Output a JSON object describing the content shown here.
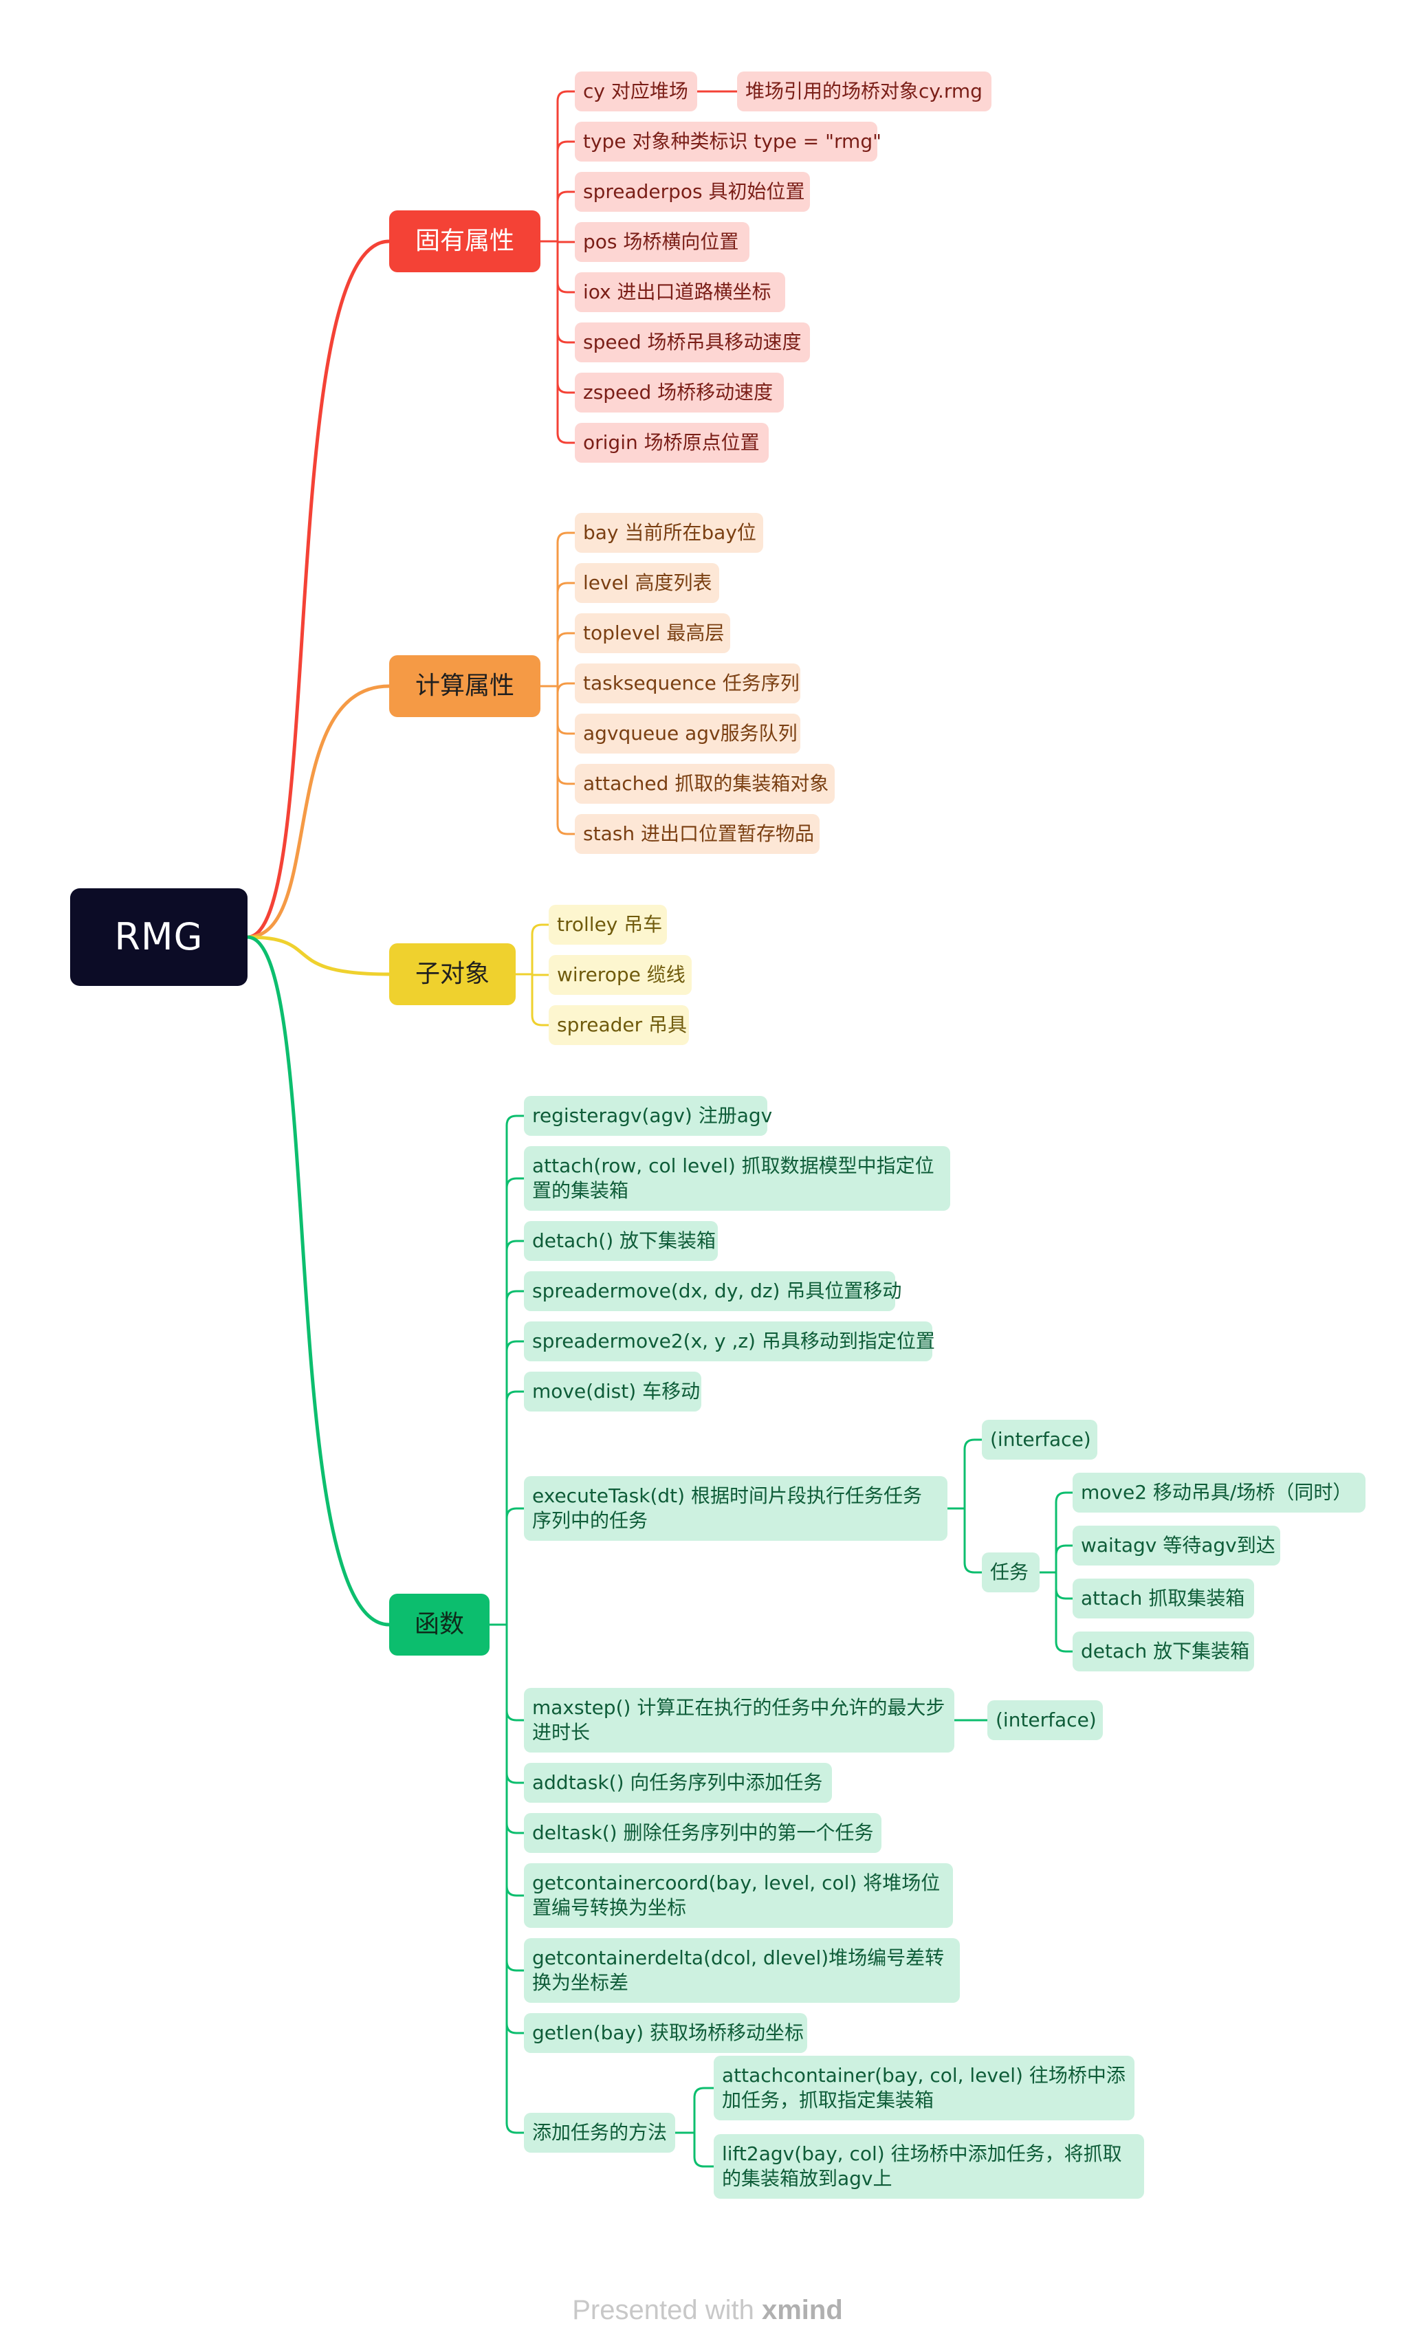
{
  "root": {
    "label": "RMG"
  },
  "colors": {
    "red": "#f44236",
    "orange": "#f59a45",
    "yellow": "#efd12e",
    "green": "#0cbe6e",
    "root_bg": "#0c0c26"
  },
  "branches": [
    {
      "label": "固有属性",
      "color": "red",
      "children": [
        {
          "label": "cy 对应堆场",
          "children": [
            {
              "label": "堆场引用的场桥对象cy.rmg"
            }
          ]
        },
        {
          "label": "type 对象种类标识 type = \"rmg\""
        },
        {
          "label": "spreaderpos 具初始位置"
        },
        {
          "label": "pos 场桥横向位置"
        },
        {
          "label": "iox 进出口道路横坐标"
        },
        {
          "label": "speed 场桥吊具移动速度"
        },
        {
          "label": "zspeed 场桥移动速度"
        },
        {
          "label": "origin 场桥原点位置"
        }
      ]
    },
    {
      "label": "计算属性",
      "color": "orange",
      "children": [
        {
          "label": "bay 当前所在bay位"
        },
        {
          "label": "level 高度列表"
        },
        {
          "label": "toplevel 最高层"
        },
        {
          "label": "tasksequence 任务序列"
        },
        {
          "label": "agvqueue agv服务队列"
        },
        {
          "label": "attached 抓取的集装箱对象"
        },
        {
          "label": "stash 进出口位置暂存物品"
        }
      ]
    },
    {
      "label": "子对象",
      "color": "yellow",
      "children": [
        {
          "label": "trolley 吊车"
        },
        {
          "label": "wirerope 缆线"
        },
        {
          "label": "spreader 吊具"
        }
      ]
    },
    {
      "label": "函数",
      "color": "green",
      "children": [
        {
          "label": "registeragv(agv) 注册agv"
        },
        {
          "label": "attach(row, col level) 抓取数据模型中指定位置的集装箱"
        },
        {
          "label": "detach() 放下集装箱"
        },
        {
          "label": "spreadermove(dx, dy, dz) 吊具位置移动"
        },
        {
          "label": "spreadermove2(x, y ,z) 吊具移动到指定位置"
        },
        {
          "label": "move(dist) 车移动"
        },
        {
          "label": "executeTask(dt) 根据时间片段执行任务任务序列中的任务",
          "children": [
            {
              "label": "(interface)"
            },
            {
              "label": "任务",
              "children": [
                {
                  "label": "move2 移动吊具/场桥（同时）"
                },
                {
                  "label": "waitagv 等待agv到达"
                },
                {
                  "label": "attach 抓取集装箱"
                },
                {
                  "label": "detach 放下集装箱"
                }
              ]
            }
          ]
        },
        {
          "label": "maxstep() 计算正在执行的任务中允许的最大步进时长",
          "children": [
            {
              "label": "(interface)"
            }
          ]
        },
        {
          "label": "addtask() 向任务序列中添加任务"
        },
        {
          "label": "deltask() 删除任务序列中的第一个任务"
        },
        {
          "label": "getcontainercoord(bay, level, col) 将堆场位置编号转换为坐标"
        },
        {
          "label": "getcontainerdelta(dcol, dlevel)堆场编号差转换为坐标差"
        },
        {
          "label": "getlen(bay) 获取场桥移动坐标"
        },
        {
          "label": "添加任务的方法",
          "children": [
            {
              "label": "attachcontainer(bay, col, level) 往场桥中添加任务，抓取指定集装箱"
            },
            {
              "label": "lift2agv(bay, col) 往场桥中添加任务，将抓取的集装箱放到agv上"
            }
          ]
        }
      ]
    }
  ],
  "footer": {
    "prefix": "Presented with ",
    "brand": "xmind"
  }
}
